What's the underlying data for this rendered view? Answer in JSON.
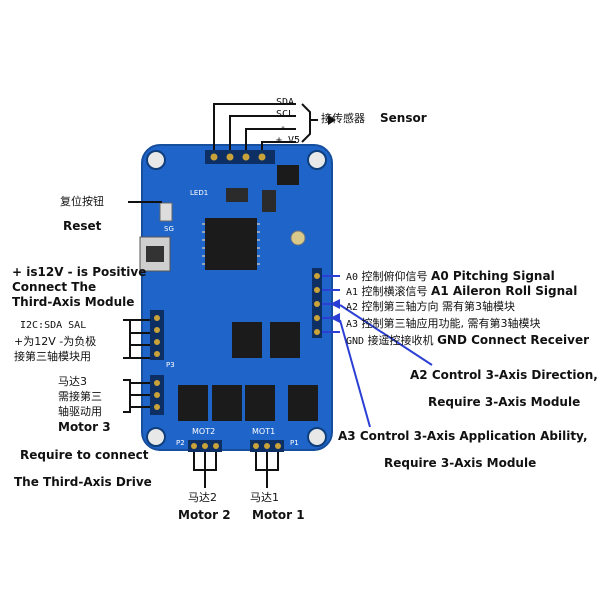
{
  "sensor": {
    "pins": [
      "SDA",
      "SCL",
      "-",
      "+ V5"
    ],
    "cn": "接传感器",
    "en": "Sensor"
  },
  "reset": {
    "cn": "复位按钮",
    "en": "Reset"
  },
  "third_axis_power": {
    "line1": "+ is12V - is Positive",
    "line2": "Connect The",
    "line3": "Third-Axis Module"
  },
  "i2c": {
    "line1": "I2C:SDA SAL",
    "line2": "+为12V -为负极",
    "line3": "接第三轴模块用"
  },
  "motor3": {
    "cn1": "马达3",
    "cn2": "需接第三",
    "cn3": "轴驱动用",
    "en": "Motor 3",
    "req1": "Require to connect",
    "req2": "The Third-Axis Drive"
  },
  "signals": [
    {
      "pin": "A0",
      "cn": "控制俯仰信号",
      "en": "A0 Pitching Signal"
    },
    {
      "pin": "A1",
      "cn": "控制横滚信号",
      "en": "A1 Aileron Roll Signal"
    },
    {
      "pin": "A2",
      "cn": "控制第三轴方向 需有第3轴模块",
      "en": ""
    },
    {
      "pin": "A3",
      "cn": "控制第三轴应用功能, 需有第3轴模块",
      "en": ""
    },
    {
      "pin": "GND",
      "cn": "接遥控接收机",
      "en": "GND Connect Receiver"
    }
  ],
  "a2_note": {
    "line1": "A2 Control 3-Axis Direction,",
    "line2": "Require 3-Axis Module"
  },
  "a3_note": {
    "line1": "A3 Control 3-Axis Application Ability,",
    "line2": "Require 3-Axis Module"
  },
  "motor2": {
    "cn": "马达2",
    "en": "Motor 2"
  },
  "motor1": {
    "cn": "马达1",
    "en": "Motor 1"
  },
  "board": {
    "silk": [
      "LED1",
      "SG",
      "MOT2",
      "MOT1",
      "P2",
      "P3",
      "P1"
    ],
    "colors": {
      "pcb": "#1f64c8",
      "pcb_dark": "#164f9e",
      "chip": "#1b1b1b",
      "pin": "#c9a23a"
    }
  }
}
